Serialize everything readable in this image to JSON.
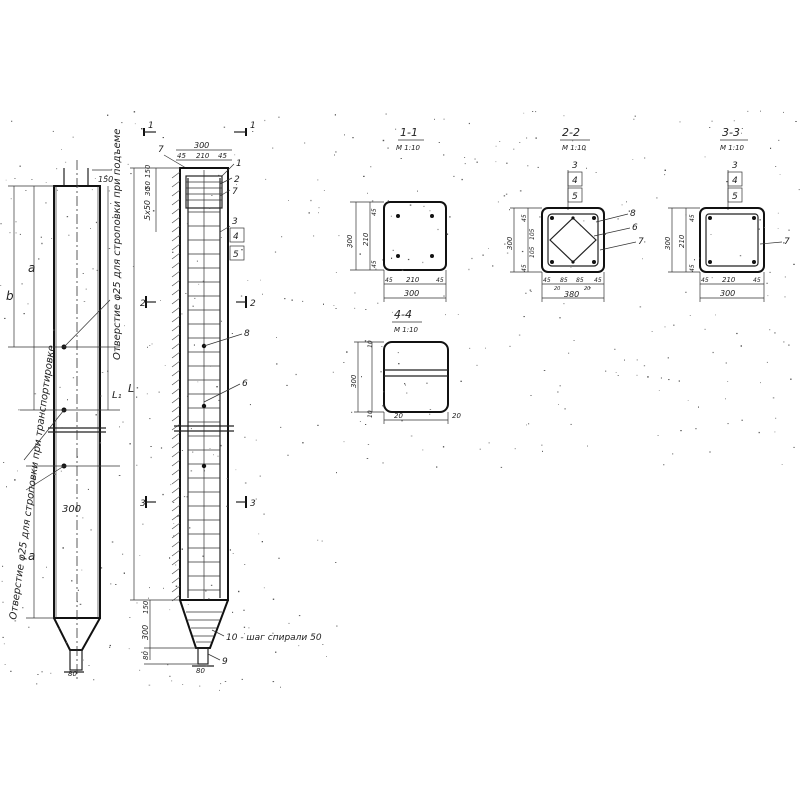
{
  "sections": {
    "s1": {
      "title": "1-1",
      "scale": "M 1:10",
      "dim_total": "300",
      "dim_mid": "210",
      "dim_edge": "45"
    },
    "s2": {
      "title": "2-2",
      "scale": "M 1:10",
      "dim_total": "300",
      "dim_edge": "45",
      "dim_20": "20",
      "dim_85": "85",
      "dim_105": "105",
      "dim_380": "380"
    },
    "s3": {
      "title": "3-3",
      "scale": "M 1:10",
      "dim_total": "300",
      "dim_mid": "210",
      "dim_edge": "45"
    },
    "s4": {
      "title": "4-4",
      "scale": "M 1:10",
      "dim_total": "300",
      "dim_10": "10",
      "dim_20": "20"
    }
  },
  "pile": {
    "dim_300": "300",
    "dim_150": "150",
    "dim_80": "80",
    "label_a": "a",
    "label_b": "b",
    "label_L": "L",
    "label_L1": "L₁",
    "label_hole_top": "Отверстие φ25 для строповки при подъеме",
    "label_hole_bottom": "Отверстие φ25 для строповки при транспортировке",
    "label_spiral": "10 - шаг спирали 50",
    "label_5x50": "5x50",
    "dim_50": "50",
    "dim_30": "30"
  },
  "callouts": [
    "1",
    "2",
    "3",
    "4",
    "5",
    "6",
    "7",
    "8",
    "9"
  ],
  "cut_marks": [
    "1",
    "2",
    "3"
  ]
}
